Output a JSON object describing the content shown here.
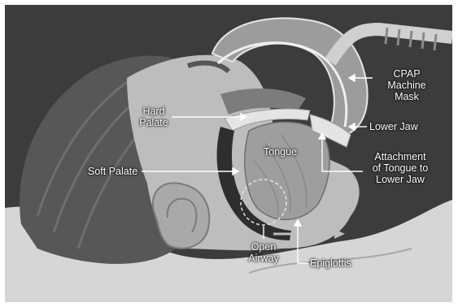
{
  "labels": {
    "cpap_mask": [
      "CPAP",
      "Machine",
      "Mask"
    ],
    "hard_palate": [
      "Hard",
      "Palate"
    ],
    "lower_jaw": "Lower Jaw",
    "tongue": "Tongue",
    "attachment": [
      "Attachment",
      "of Tongue to",
      "Lower Jaw"
    ],
    "soft_palate": "Soft Palate",
    "open_airway": [
      "Open",
      "Airway"
    ],
    "epiglottis": "Epiglottis"
  },
  "colors": {
    "background": "#3a3a3a",
    "skin": "#bdbdbd",
    "hair": "#5c5c5c",
    "pillow": "#d9d9d9",
    "label_text": "#ffffff"
  }
}
